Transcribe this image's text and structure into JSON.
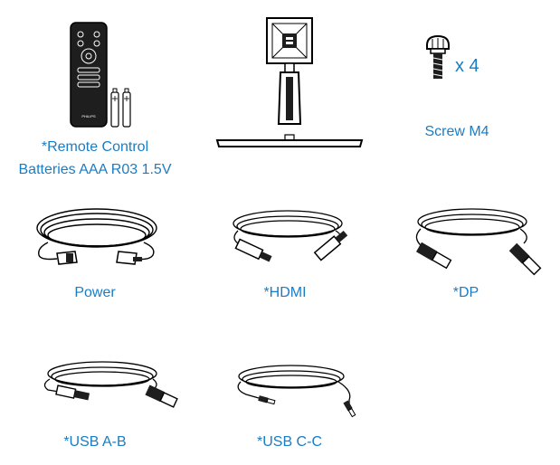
{
  "accent_color": "#1a7dc4",
  "items": [
    {
      "id": "remote",
      "label_line1": "*Remote Control",
      "label_line2": "Batteries AAA R03 1.5V",
      "icon": "remote-control-with-batteries-icon",
      "remote_brand": "PHILIPS"
    },
    {
      "id": "stand",
      "icon": "monitor-stand-icon"
    },
    {
      "id": "screw",
      "label": "Screw M4",
      "quantity": "x 4",
      "icon": "screw-icon"
    },
    {
      "id": "power",
      "label": "Power",
      "icon": "power-cable-icon"
    },
    {
      "id": "hdmi",
      "label": "*HDMI",
      "icon": "hdmi-cable-icon"
    },
    {
      "id": "dp",
      "label": "*DP",
      "icon": "displayport-cable-icon"
    },
    {
      "id": "usb-ab",
      "label": "*USB A-B",
      "icon": "usb-a-b-cable-icon"
    },
    {
      "id": "usb-cc",
      "label": "*USB C-C",
      "icon": "usb-c-c-cable-icon"
    }
  ]
}
